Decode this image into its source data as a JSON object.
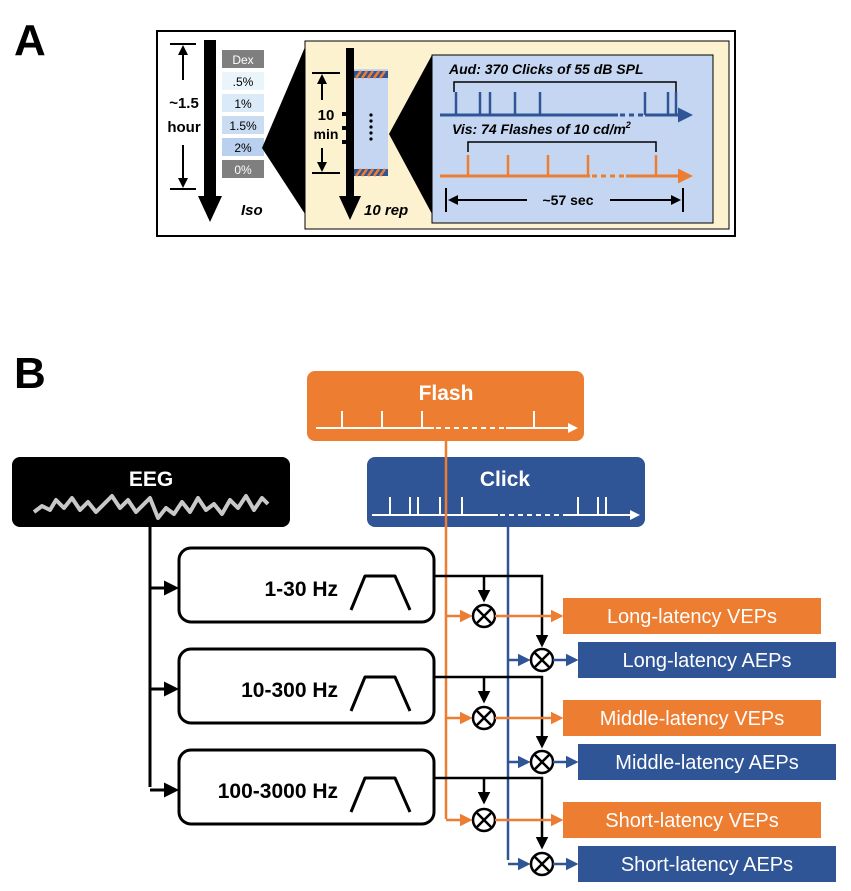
{
  "panel_a": {
    "label": "A",
    "duration": "~1.5",
    "duration_unit": "hour",
    "iso_label": "Iso",
    "levels": [
      {
        "label": "Dex",
        "color": "#7f7f7f"
      },
      {
        "label": ".5%",
        "color": "#eaf4fb"
      },
      {
        "label": "1%",
        "color": "#dbeaf8"
      },
      {
        "label": "1.5%",
        "color": "#c9dcf2"
      },
      {
        "label": "2%",
        "color": "#b9d0ef"
      },
      {
        "label": "0%",
        "color": "#7f7f7f"
      }
    ],
    "block_duration": "10",
    "block_unit": "min",
    "reps": "10 rep",
    "aud_text": "Aud: 370 Clicks of 55 dB SPL",
    "vis_text": "Vis: 74 Flashes of 10 cd/m",
    "vis_sup": "2",
    "window": "~57 sec"
  },
  "panel_b": {
    "label": "B",
    "flash": "Flash",
    "click": "Click",
    "eeg": "EEG",
    "filters": [
      "1-30 Hz",
      "10-300 Hz",
      "100-3000 Hz"
    ],
    "outputs": [
      {
        "label": "Long-latency VEPs",
        "kind": "vep"
      },
      {
        "label": "Long-latency AEPs",
        "kind": "aep"
      },
      {
        "label": "Middle-latency VEPs",
        "kind": "vep"
      },
      {
        "label": "Middle-latency AEPs",
        "kind": "aep"
      },
      {
        "label": "Short-latency VEPs",
        "kind": "vep"
      },
      {
        "label": "Short-latency AEPs",
        "kind": "aep"
      }
    ]
  },
  "colors": {
    "orange": "#ed7d31",
    "blue": "#2f5597",
    "black": "#000000",
    "cream": "#fdf2d0",
    "light_blue_panel": "#c5d6f2"
  },
  "icons": [
    "bandpass-filter-icon",
    "multiplier-icon",
    "eeg-wave-icon",
    "arrow-icon"
  ]
}
